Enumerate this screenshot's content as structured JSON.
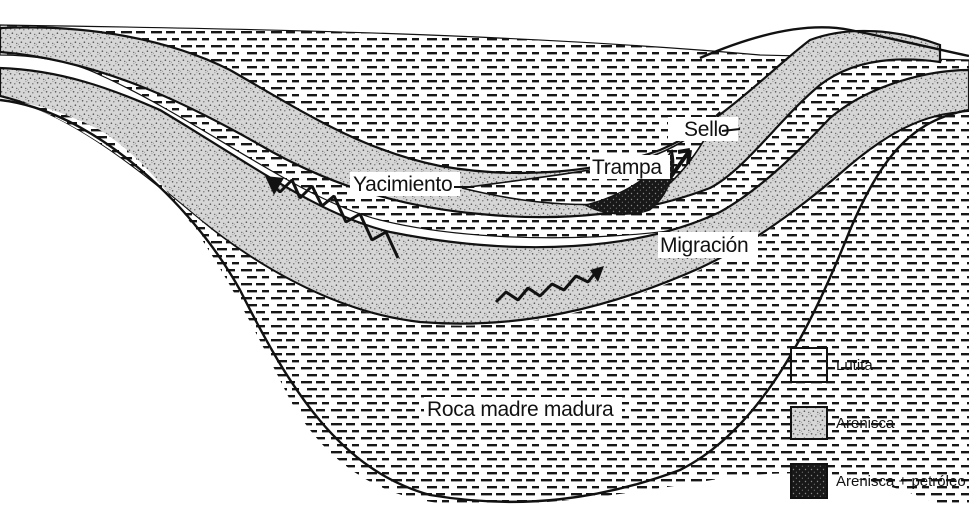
{
  "labels": {
    "sello": "Sello",
    "trampa": "Trampa",
    "yacimiento": "Yacimiento",
    "migracion": "Migración",
    "roca_madre": "Roca madre madura"
  },
  "legend": [
    {
      "id": "lutita",
      "label": "Lutita"
    },
    {
      "id": "arenisca",
      "label": "Arenisca"
    },
    {
      "id": "arenisca-petroleo",
      "label": "Arenisca + petróleo"
    }
  ]
}
